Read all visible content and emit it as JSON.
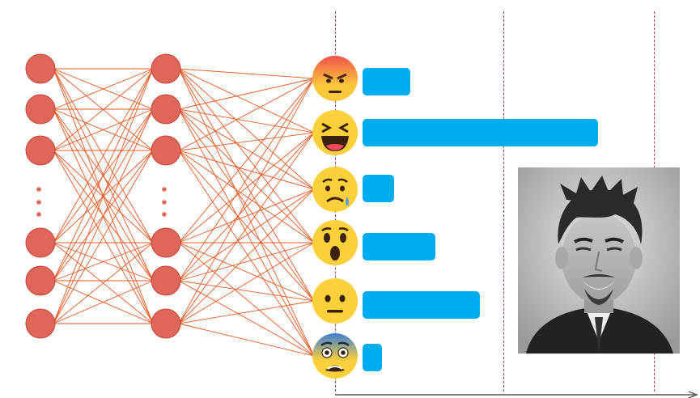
{
  "colors": {
    "node_fill": "#e0665a",
    "node_stroke": "#c0463a",
    "edge": "#e8561e",
    "bar": "#00aeef",
    "divider": "#b23a48",
    "axis": "#333333"
  },
  "network": {
    "layers": [
      {
        "name": "input-layer",
        "visible_nodes": 6,
        "has_ellipsis": true
      },
      {
        "name": "hidden-layer",
        "visible_nodes": 6,
        "has_ellipsis": true
      },
      {
        "name": "output-layer",
        "visible_nodes": 6,
        "has_ellipsis": false
      }
    ]
  },
  "reactions": [
    {
      "name": "angry",
      "icon": "angry-face-icon",
      "value": 0.15
    },
    {
      "name": "laughing",
      "icon": "laughing-face-icon",
      "value": 0.74
    },
    {
      "name": "sad",
      "icon": "crying-face-icon",
      "value": 0.1
    },
    {
      "name": "surprised",
      "icon": "surprised-face-icon",
      "value": 0.23
    },
    {
      "name": "neutral",
      "icon": "neutral-face-icon",
      "value": 0.37
    },
    {
      "name": "fearful",
      "icon": "fearful-face-icon",
      "value": 0.06
    }
  ],
  "photo": {
    "icon": "portrait-photo-icon",
    "description_visible": false
  }
}
